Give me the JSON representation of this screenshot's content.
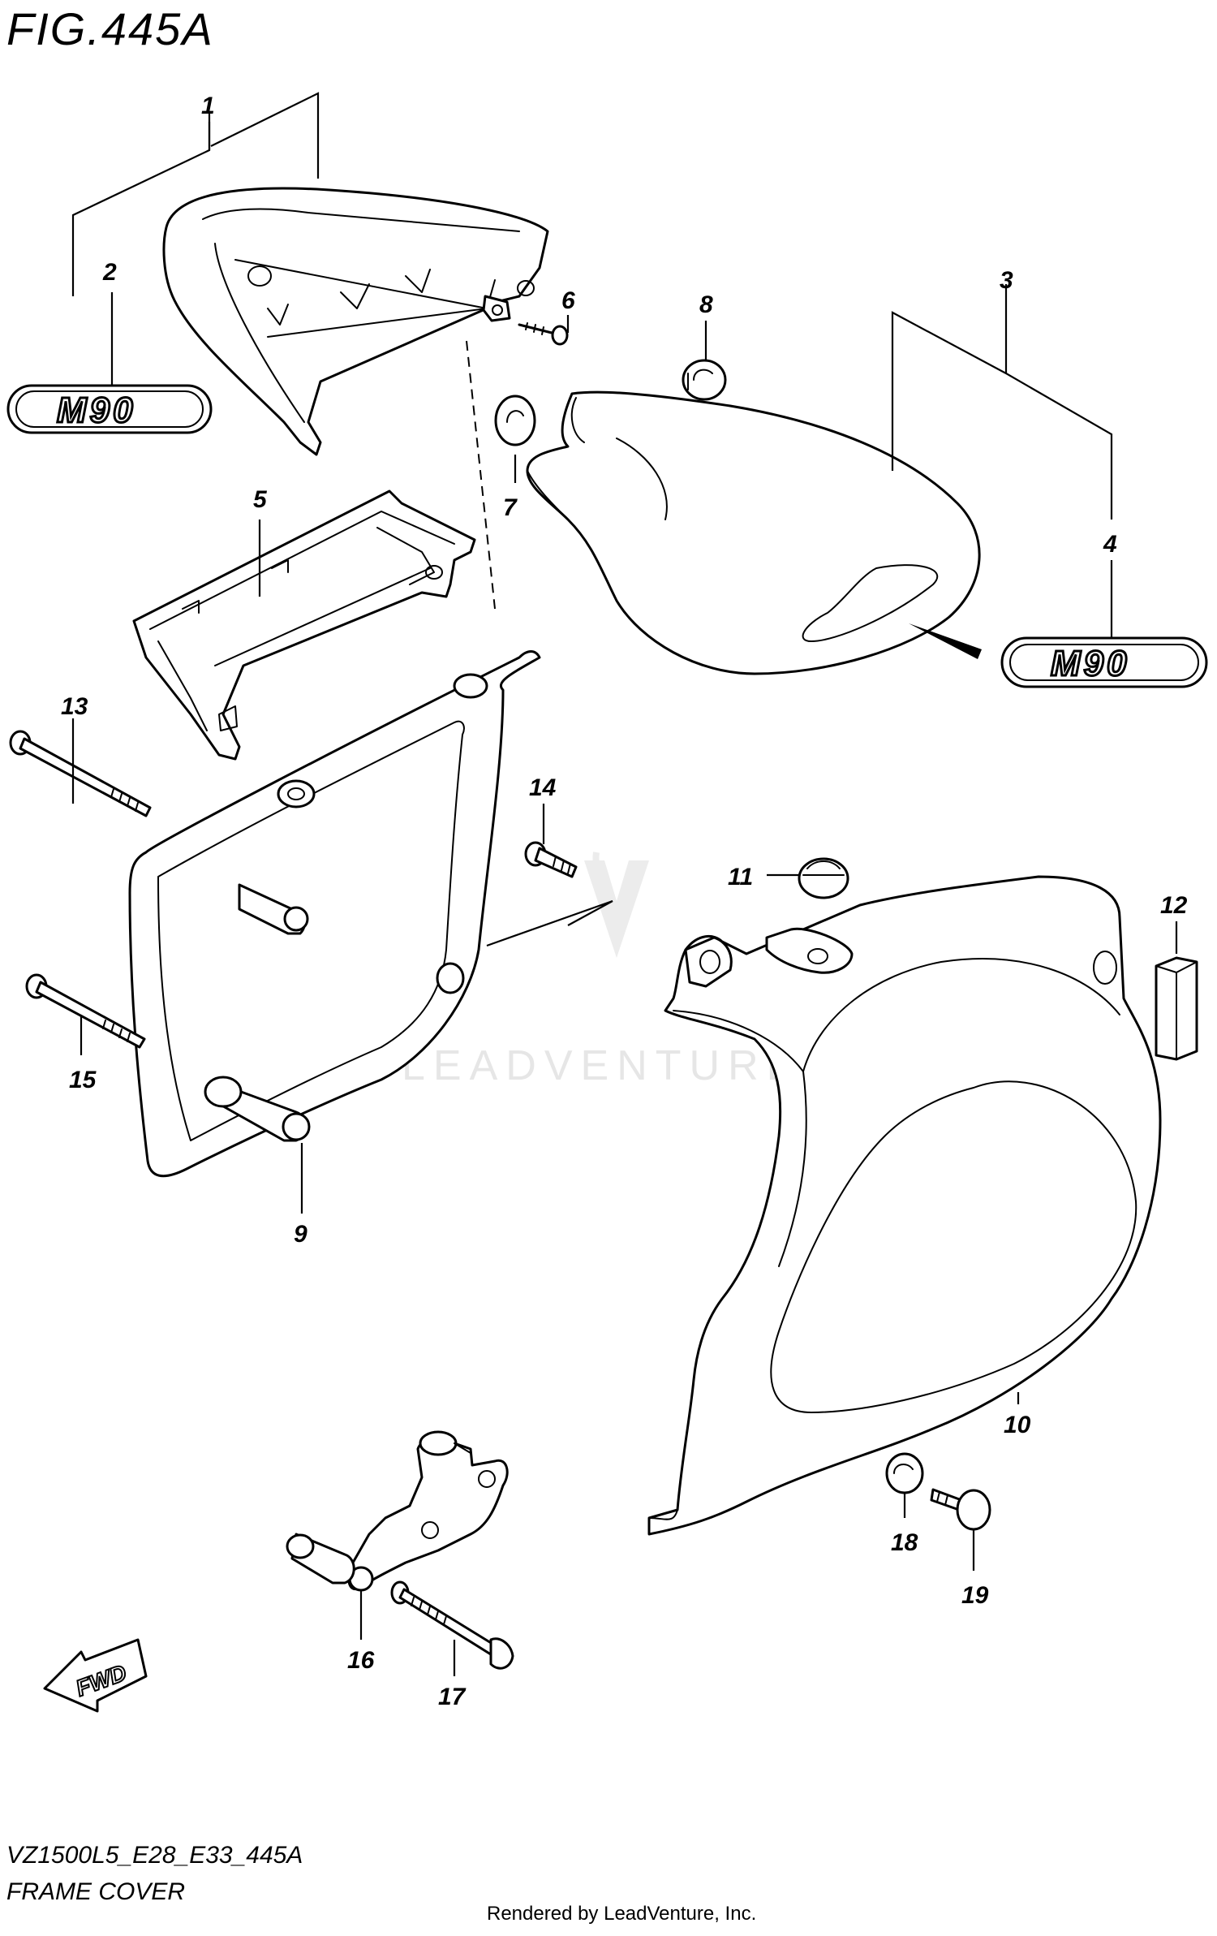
{
  "header": {
    "figure_label": "FIG.445A"
  },
  "footer": {
    "drawing_code": "VZ1500L5_E28_E33_445A",
    "section_title": "FRAME COVER",
    "render_credit": "Rendered by LeadVenture, Inc."
  },
  "watermark": {
    "text": "LEADVENTURE"
  },
  "badges": {
    "emblem_text": "M90"
  },
  "direction": {
    "label": "FWD"
  },
  "callouts": [
    "1",
    "2",
    "3",
    "4",
    "5",
    "6",
    "7",
    "8",
    "9",
    "10",
    "11",
    "12",
    "13",
    "14",
    "15",
    "16",
    "17",
    "18",
    "19"
  ]
}
